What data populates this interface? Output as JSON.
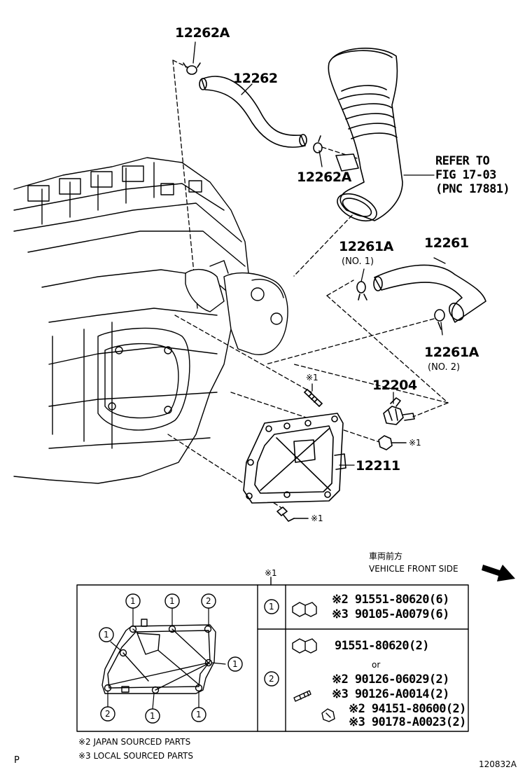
{
  "callouts": {
    "p12262A_top": "12262A",
    "p12262": "12262",
    "p12262A_mid": "12262A",
    "refer_line1": "REFER TO",
    "refer_line2": "FIG 17-03",
    "refer_line3": "(PNC 17881)",
    "p12261A_no1": "12261A",
    "no1": "(NO. 1)",
    "p12261": "12261",
    "p12261A_no2": "12261A",
    "no2": "(NO. 2)",
    "note1_bolt": "※1",
    "p12204": "12204",
    "note1_nut": "※1",
    "p12211": "12211",
    "note1_stud": "※1"
  },
  "front": {
    "jp": "車両前方",
    "en": "VEHICLE FRONT SIDE"
  },
  "table": {
    "header": "※1",
    "row1_key": "1",
    "row1_a": "※2 91551-80620(6)",
    "row1_b": "※3 90105-A0079(6)",
    "row2_key": "2",
    "row2_a": "91551-80620(2)",
    "row2_or": "or",
    "row2_b": "※2 90126-06029(2)",
    "row2_c": "※3 90126-A0014(2)",
    "row2_d": "※2 94151-80600(2)",
    "row2_e": "※3 90178-A0023(2)"
  },
  "gasket_markers": [
    "1",
    "1",
    "2",
    "1",
    "1",
    "2",
    "1",
    "1"
  ],
  "legend": {
    "jp_note": "※2 JAPAN SOURCED PARTS",
    "local_note": "※3 LOCAL SOURCED PARTS"
  },
  "footer": {
    "left_mark": "P",
    "fig_id": "120832A"
  }
}
